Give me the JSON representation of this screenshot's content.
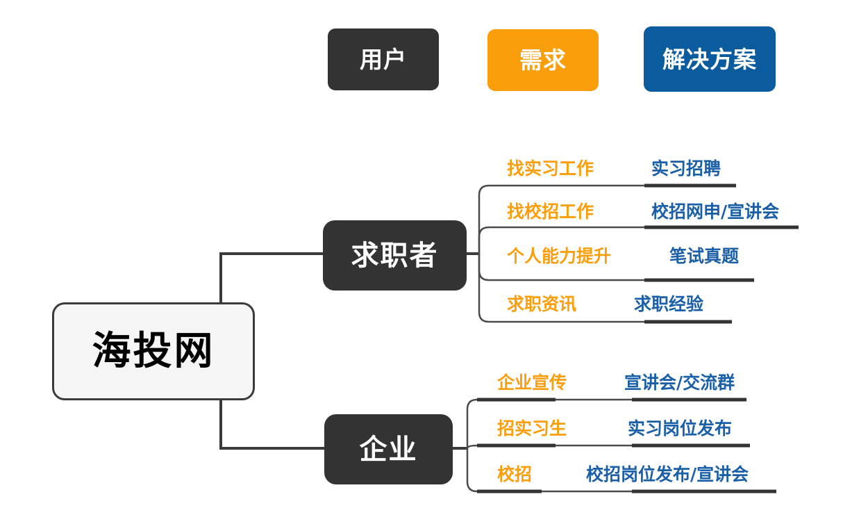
{
  "legend": {
    "items": [
      {
        "label": "用户",
        "role": "user-segment",
        "color": "#333333"
      },
      {
        "label": "需求",
        "role": "need",
        "color": "#FA9E0C"
      },
      {
        "label": "解决方案",
        "role": "solution",
        "color": "#0B5C9E"
      }
    ]
  },
  "root": {
    "label": "海投网",
    "fill": "#F5F5F5",
    "border": "#3A3A3A",
    "text_color": "#000000"
  },
  "branches": [
    {
      "label": "求职者",
      "fill": "#333333",
      "text_color": "#FFFFFF",
      "leaves": [
        {
          "need": "找实习工作",
          "solution": "实习招聘"
        },
        {
          "need": "找校招工作",
          "solution": "校招网申/宣讲会"
        },
        {
          "need": "个人能力提升",
          "solution": "笔试真题"
        },
        {
          "need": "求职资讯",
          "solution": "求职经验"
        }
      ]
    },
    {
      "label": "企业",
      "fill": "#333333",
      "text_color": "#FFFFFF",
      "leaves": [
        {
          "need": "企业宣传",
          "solution": "宣讲会/交流群"
        },
        {
          "need": "招实习生",
          "solution": "实习岗位发布"
        },
        {
          "need": "校招",
          "solution": "校招岗位发布/宣讲会"
        }
      ]
    }
  ],
  "style": {
    "need_color": "#FA9E0C",
    "solution_color": "#1A5FA8",
    "wire_color": "#3A3A3A",
    "wire_color_light": "#5A5A5A",
    "background": "#FFFFFF"
  }
}
